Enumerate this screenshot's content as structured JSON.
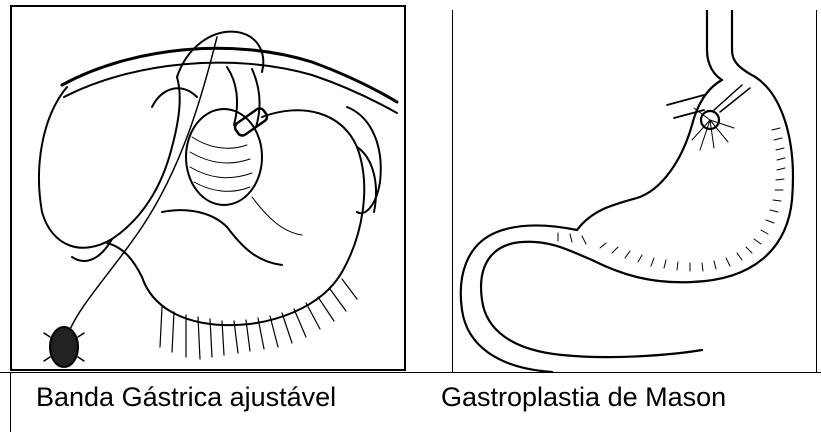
{
  "figures": [
    {
      "caption": "Banda Gástrica ajustável",
      "illustration": "adjustable-gastric-band-illustration"
    },
    {
      "caption": "Gastroplastia de Mason",
      "illustration": "mason-gastroplasty-illustration"
    }
  ],
  "colors": {
    "ink": "#000000",
    "background": "#ffffff"
  }
}
